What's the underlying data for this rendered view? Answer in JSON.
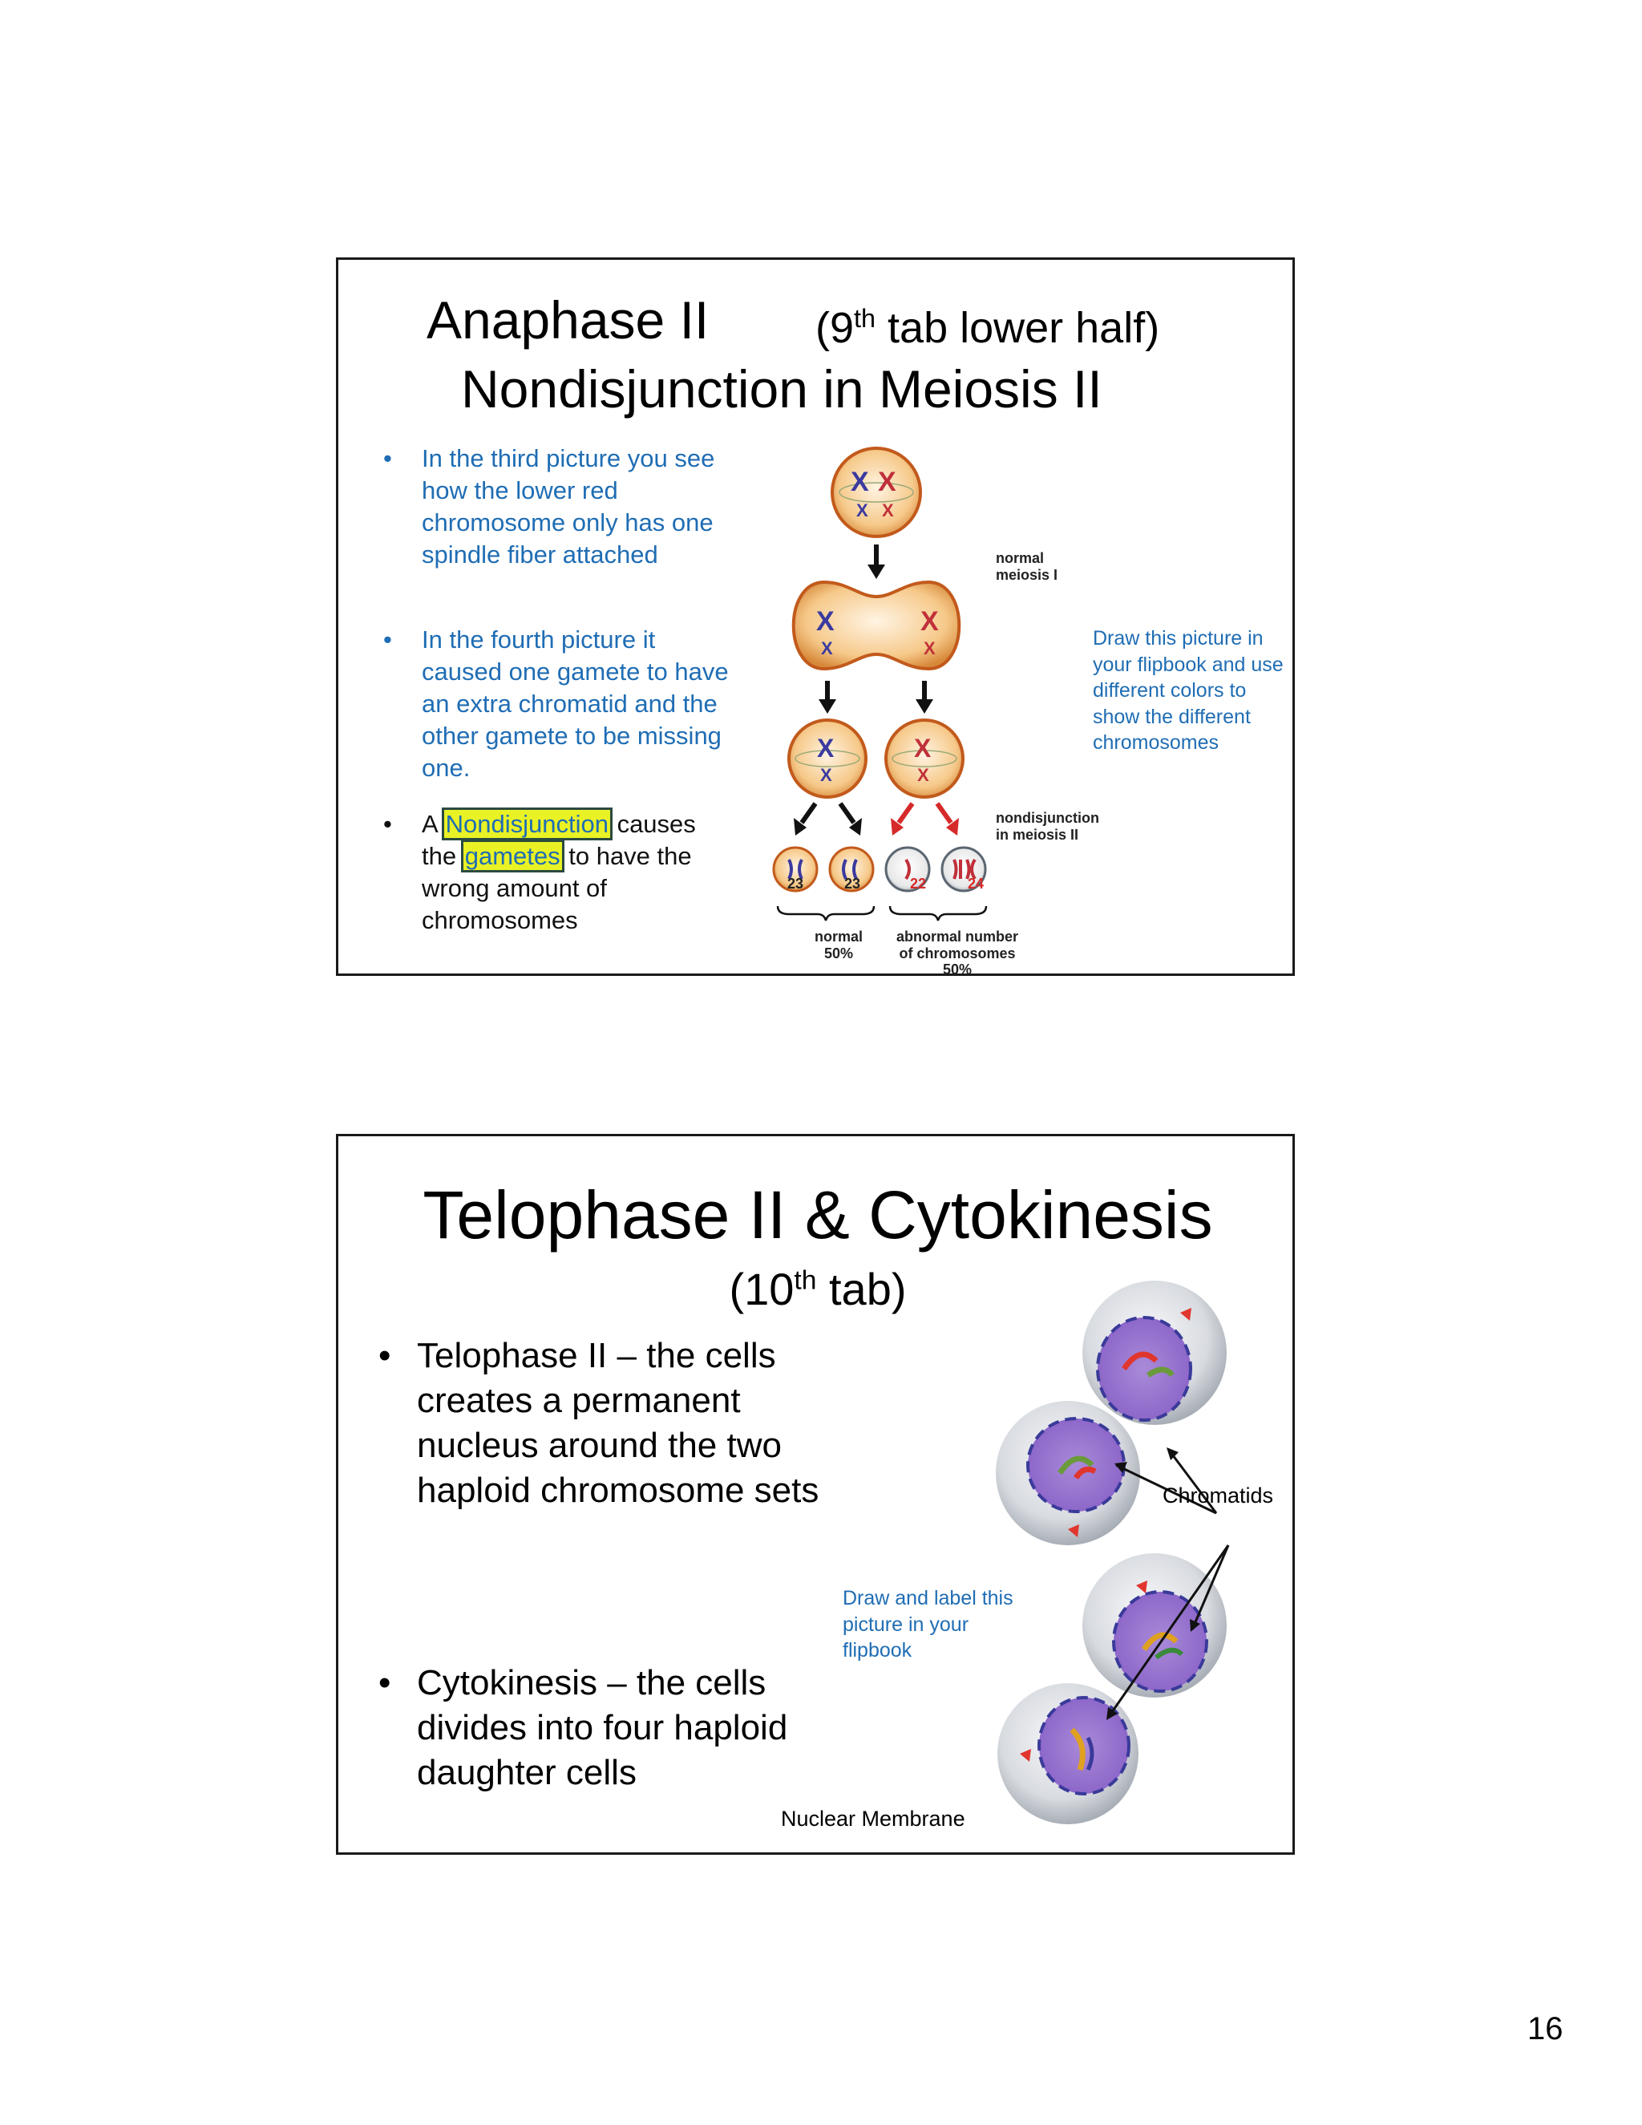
{
  "slide1": {
    "title_main": "Anaphase II",
    "title_tab_pre": "(9",
    "title_tab_sup": "th",
    "title_tab_post": " tab lower half)",
    "title_line2": "Nondisjunction in Meiosis II",
    "bullet1": "In the third picture you see how the lower red chromosome only has one spindle fiber attached",
    "bullet2": "In the fourth picture it caused one gamete to have an extra chromatid and the other gamete to be missing one.",
    "bullet3": {
      "pre": "A ",
      "term1": "Nondisjunction",
      "mid": " causes the ",
      "term2": "gametes",
      "post": " to have the wrong amount of chromosomes"
    },
    "diagram": {
      "label_normal_meiosis_1": "normal",
      "label_normal_meiosis_2": "meiosis I",
      "label_nondisj_1": "nondisjunction",
      "label_nondisj_2": "in meiosis II",
      "count_a": "23",
      "count_b": "23",
      "count_c": "22",
      "count_d": "24",
      "normal_label": "normal",
      "normal_pct": "50%",
      "abnormal_label_1": "abnormal number",
      "abnormal_label_2": "of chromosomes",
      "abnormal_pct": "50%"
    },
    "instruction": "Draw this picture in your flipbook and use different colors to show the different chromosomes"
  },
  "slide2": {
    "title": "Telophase II & Cytokinesis",
    "subtitle_pre": "(10",
    "subtitle_sup": "th",
    "subtitle_post": " tab)",
    "bullet1": "Telophase II – the cells creates a permanent nucleus around the two haploid chromosome sets",
    "bullet2": "Cytokinesis – the cells divides into four haploid daughter cells",
    "instruction": "Draw and label this picture in your flipbook",
    "label_chromatids": "Chromatids",
    "label_membrane": "Nuclear Membrane"
  },
  "page_number": "16"
}
